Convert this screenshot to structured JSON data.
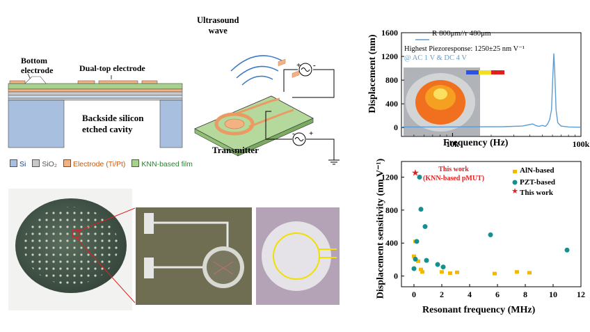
{
  "cross_section": {
    "labels": {
      "bottom_electrode": "Bottom\nelectrode",
      "dual_top": "Dual-top electrode",
      "cavity": "Backside silicon\netched cavity"
    }
  },
  "legend": [
    {
      "label": "Si",
      "color": "#a8bfe0",
      "text_color": "#1a3f8c"
    },
    {
      "label": "SiO₂",
      "color": "#c8c8c8",
      "text_color": "#555555"
    },
    {
      "label": "Electrode (Ti/Pt)",
      "color": "#f4b183",
      "text_color": "#c55a11"
    },
    {
      "label": "KNN-based film",
      "color": "#a9d18e",
      "text_color": "#2e7d32"
    }
  ],
  "transmitter": {
    "ultrasound_label": "Ultrasound\nwave",
    "title": "Transmitter",
    "plus": "+",
    "minus": "-"
  },
  "charts": [
    {
      "type": "line",
      "xlabel": "Frequency (Hz)",
      "ylabel": "Displacement (nm)",
      "xscale": "log",
      "xlim": [
        4000,
        100000
      ],
      "ylim": [
        -150,
        1600
      ],
      "xtick_labels": [
        "10k",
        "100k"
      ],
      "xtick_values": [
        10000,
        100000
      ],
      "ytick_labels": [
        "0",
        "400",
        "800",
        "1200",
        "1600"
      ],
      "ytick_values": [
        0,
        400,
        800,
        1200,
        1600
      ],
      "legend": "R 800μm//r 480μm",
      "annotation_1": "Highest Piezoresponse: 1250±25 nm V⁻¹",
      "annotation_2": "@ AC 1 V & DC 4 V",
      "line_color": "#5b9bd5",
      "series": [
        {
          "name": "R 800μm//r 480μm",
          "x": [
            4000,
            8000,
            15000,
            25000,
            35000,
            42000,
            45000,
            47000,
            50000,
            53000,
            55000,
            57000,
            59000,
            60500,
            61500,
            62500,
            64000,
            66000,
            70000,
            80000,
            100000
          ],
          "y": [
            10,
            10,
            12,
            15,
            25,
            60,
            30,
            20,
            35,
            20,
            60,
            130,
            300,
            900,
            1250,
            950,
            300,
            80,
            25,
            10,
            5
          ]
        }
      ]
    },
    {
      "type": "scatter",
      "xlabel": "Resonant frequency (MHz)",
      "ylabel": "Displacement sensitivity (nm V⁻¹)",
      "xlim": [
        -0.9,
        12.0
      ],
      "ylim": [
        -130,
        1390
      ],
      "xtick_labels": [
        "0",
        "2",
        "4",
        "6",
        "8",
        "10",
        "12"
      ],
      "xtick_values": [
        0,
        2,
        4,
        6,
        8,
        10,
        12
      ],
      "ytick_labels": [
        "0",
        "400",
        "800",
        "1200"
      ],
      "ytick_values": [
        0,
        400,
        800,
        1200
      ],
      "legend_items": [
        {
          "label": "AlN-based",
          "marker": "square",
          "color": "#f5b800"
        },
        {
          "label": "PZT-based",
          "marker": "circle",
          "color": "#168f8f"
        },
        {
          "label": "This work",
          "marker": "star",
          "color": "#e32020"
        }
      ],
      "callout": "This work\n(KNN-based pMUT)",
      "series": [
        {
          "name": "AlN-based",
          "x": [
            0.0,
            0.1,
            0.3,
            0.5,
            0.6,
            2.0,
            2.6,
            3.1,
            5.8,
            7.4,
            8.3
          ],
          "y": [
            240,
            420,
            180,
            80,
            50,
            50,
            35,
            45,
            30,
            50,
            40
          ]
        },
        {
          "name": "PZT-based",
          "x": [
            0.0,
            0.1,
            0.4,
            0.5,
            0.8,
            0.9,
            1.7,
            2.1,
            5.5,
            11.0,
            0.2
          ],
          "y": [
            90,
            205,
            1200,
            810,
            600,
            190,
            140,
            110,
            500,
            315,
            420
          ]
        },
        {
          "name": "This work",
          "x": [
            0.1
          ],
          "y": [
            1250
          ]
        }
      ]
    }
  ]
}
